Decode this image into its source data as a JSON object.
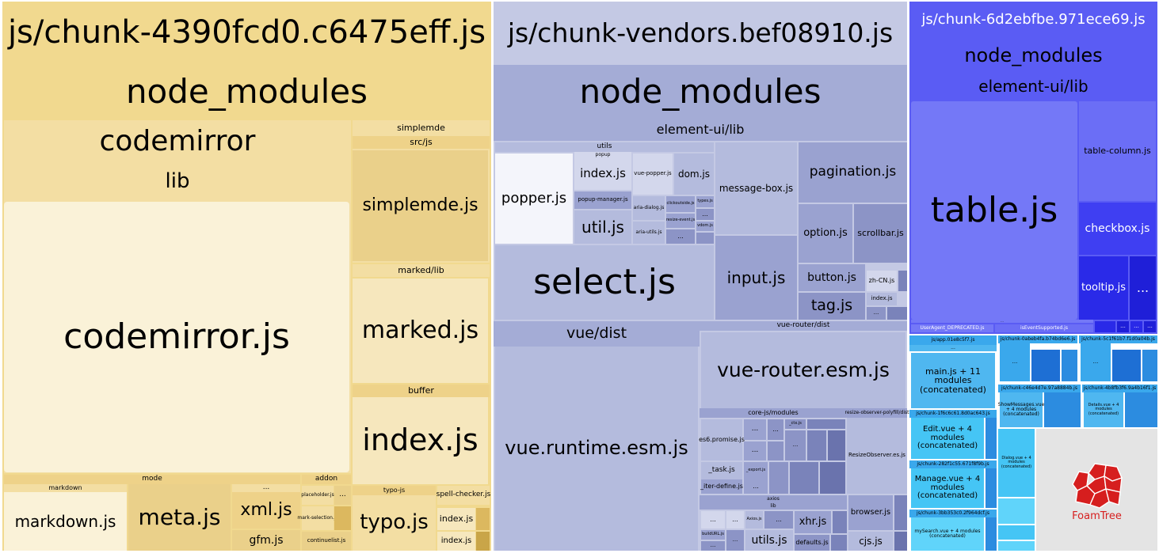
{
  "yellow": {
    "chunk_title": "js/chunk-4390fcd0.c6475eff.js",
    "node_modules": "node_modules",
    "codemirror": "codemirror",
    "lib": "lib",
    "codemirror_js": "codemirror.js",
    "simplemde": "simplemde",
    "src_js": "src/js",
    "simplemde_js": "simplemde.js",
    "marked_lib": "marked/lib",
    "marked_js": "marked.js",
    "buffer": "buffer",
    "index_js": "index.js",
    "mode": "mode",
    "markdown": "markdown",
    "markdown_js": "markdown.js",
    "meta_js": "meta.js",
    "xml_js": "xml.js",
    "gfm_js": "gfm.js",
    "addon": "addon",
    "placeholder_js": "placeholder.js",
    "mark_selection_js": "mark-selection.js",
    "continuelist_js": "continuelist.js",
    "typo_js_group": "typo-js",
    "typo_js": "typo.js",
    "spell_checker_js": "spell-checker.js",
    "spell_index_js": "index.js",
    "spell_index_js_2": "index.js",
    "ellipsis": "..."
  },
  "lavender": {
    "chunk_title": "js/chunk-vendors.bef08910.js",
    "node_modules": "node_modules",
    "element_ui_lib": "element-ui/lib",
    "utils": "utils",
    "popup": "popup",
    "popper_js": "popper.js",
    "index_js": "index.js",
    "vue_popper_js": "vue-popper.js",
    "dom_js": "dom.js",
    "popup_manager_js": "popup-manager.js",
    "aria_dialog_js": "aria-dialog.js",
    "clickoutside_js": "clickoutside.js",
    "typo_js": "types.js",
    "resize_event_js": "resize-event.js",
    "vdom_js": "vdom.js",
    "util_js": "util.js",
    "aria_utils_js": "aria-utils.js",
    "message_box_js": "message-box.js",
    "pagination_js": "pagination.js",
    "option_js": "option.js",
    "scrollbar_js": "scrollbar.js",
    "select_js": "select.js",
    "input_js": "input.js",
    "button_js": "button.js",
    "zh_cn_js": "zh-CN.js",
    "tag_js": "tag.js",
    "index_js_2": "index.js",
    "vue_dist": "vue/dist",
    "vue_runtime_esm_js": "vue.runtime.esm.js",
    "vue_router_dist": "vue-router/dist",
    "vue_router_esm_js": "vue-router.esm.js",
    "core_js_modules": "core-js/modules",
    "resize_observer_dist": "resize-observer-polyfill/dist",
    "es6_promise_js": "es6.promise.js",
    "ctx_js": "_ctx.js",
    "task_js": "_task.js",
    "export_js": "_export.js",
    "iter_define_js": "_iter-define.js",
    "resize_observer_es_js": "ResizeObserver.es.js",
    "axios": "axios",
    "lib": "lib",
    "xhr_js": "xhr.js",
    "browser_js": "browser.js",
    "utils_js": "utils.js",
    "defaults_js": "defaults.js",
    "cjs_js": "cjs.js",
    "buildurl_js": "buildURL.js",
    "axios_js": "Axios.js",
    "ellipsis": "..."
  },
  "blue": {
    "chunk_title": "js/chunk-6d2ebfbe.971ece69.js",
    "node_modules": "node_modules",
    "element_ui_lib": "element-ui/lib",
    "table_js": "table.js",
    "table_column_js": "table-column.js",
    "checkbox_js": "checkbox.js",
    "tooltip_js": "tooltip.js",
    "useragent": "UserAgent_DEPRECATED.js",
    "isevent": "isEventSupported.js",
    "ellipsis": "..."
  },
  "cyan": {
    "app_title": "js/app.01e8c5f7.js",
    "main_js": "main.js + 11 modules (concatenated)",
    "edit_chunk": "js/chunk-1f6c6c61.8d0ac643.js",
    "edit_vue": "Edit.vue + 4 modules (concatenated)",
    "manage_chunk": "js/chunk-282f1c55.671f8f9b.js",
    "manage_vue": "Manage.vue + 4 modules (concatenated)",
    "mysearch_chunk": "js/chunk-3bb353c0.2f964dcf.js",
    "mysearch_vue": "mySearch.vue + 4 modules (concatenated)",
    "chunk_a": "js/chunk-0abeb4fa.b74bd6e6.js",
    "chunk_b": "js/chunk-5c1f61b7.f1d0a04b.js",
    "chunk_c": "js/chunk-c46e4d7e.97a8884b.js",
    "chunk_d": "js/chunk-4b8fb3f6.9a4b16f1.js",
    "showmessages_vue": "ShowMessages.vue + 4 modules (concatenated)",
    "chunk_d_label": "Details.vue + 4 modules (concatenated)",
    "chunk_e_label": "Dialog.vue + 4 modules (concatenated)",
    "ellipsis": "..."
  },
  "brand": {
    "foamtree": "FoamTree",
    "color": "#d61e1e"
  },
  "colors": {
    "yellow": "#f1d98f",
    "lavender": "#a4acd6",
    "blue": "#5a5cf4",
    "cyan": "#3aa8ec"
  }
}
